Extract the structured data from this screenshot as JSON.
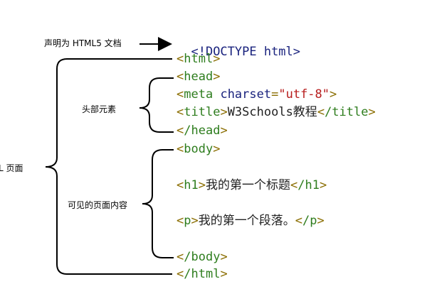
{
  "labels": {
    "doctype_note": "声明为 HTML5 文档",
    "page_note": "L 页面",
    "head_note": "头部元素",
    "body_note": "可见的页面内容"
  },
  "code": {
    "doctype": "<!DOCTYPE html>",
    "html_open": "html",
    "head_open": "head",
    "meta_tag": "meta",
    "meta_attr": "charset",
    "meta_eq": "=",
    "meta_val": "\"utf-8\"",
    "title_tag": "title",
    "title_text": "W3Schools教程",
    "head_close": "/head",
    "body_open": "body",
    "h1_tag": "h1",
    "h1_text": "我的第一个标题",
    "h1_close": "/h1",
    "p_tag": "p",
    "p_text": "我的第一个段落。",
    "p_close": "/p",
    "body_close": "/body",
    "html_close": "/html",
    "title_close": "/title"
  },
  "colors": {
    "tag": "#2e7d1e",
    "punct": "#8a6d00",
    "attr": "#1a237e",
    "string": "#b71c1c"
  }
}
